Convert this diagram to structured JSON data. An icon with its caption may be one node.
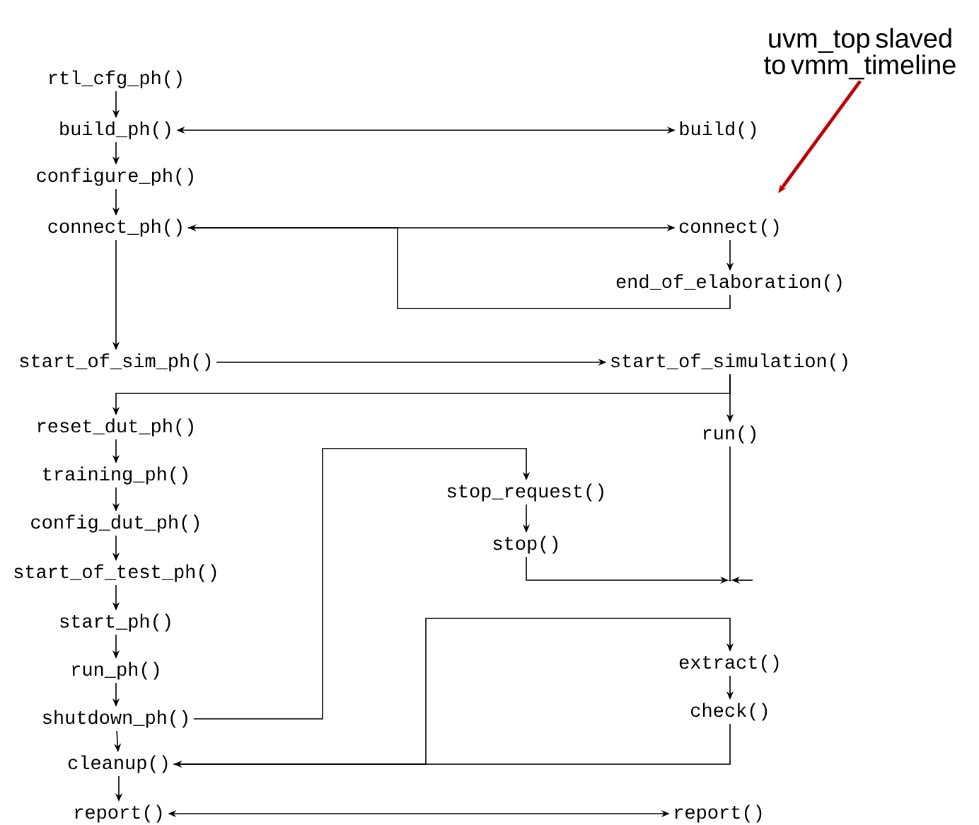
{
  "diagram": {
    "nodes": [
      {
        "text": [
          "rtl_cfg_ph()"
        ]
      },
      {
        "text": [
          "build_ph()"
        ]
      },
      {
        "text": [
          "configure_ph()"
        ]
      },
      {
        "text": [
          "connect_ph()"
        ]
      },
      {
        "text": [
          "start_of_sim_ph()"
        ]
      },
      {
        "text": [
          "reset_dut_ph()"
        ]
      },
      {
        "text": [
          "training_ph()"
        ]
      },
      {
        "text": [
          "config_dut_ph()"
        ]
      },
      {
        "text": [
          "start_of_test_ph()"
        ]
      },
      {
        "text": [
          "start_ph()"
        ]
      },
      {
        "text": [
          "run_ph()"
        ]
      },
      {
        "text": [
          "shutdown_ph()"
        ]
      },
      {
        "text": [
          "cleanup()"
        ]
      },
      {
        "text": [
          "report()"
        ]
      },
      {
        "text": [
          "build()"
        ]
      },
      {
        "text": [
          "connect()"
        ]
      },
      {
        "text": [
          "end_of_elaboration()"
        ]
      },
      {
        "text": [
          "start_of_simulation()"
        ]
      },
      {
        "text": [
          "run()"
        ]
      },
      {
        "text": [
          "stop_request()"
        ]
      },
      {
        "text": [
          "stop()"
        ]
      },
      {
        "text": [
          "extract()"
        ]
      },
      {
        "text": [
          "check()"
        ]
      },
      {
        "text": [
          "report()"
        ]
      },
      {
        "text": [],
        "shape": "junction"
      },
      {
        "text": [
          "uvm_top slaved to vmm_timeline"
        ]
      }
    ],
    "edges": [
      {
        "from": 0,
        "to": 1,
        "arrow": "to"
      },
      {
        "from": 1,
        "to": 2,
        "arrow": "to"
      },
      {
        "from": 2,
        "to": 3,
        "arrow": "to"
      },
      {
        "from": 3,
        "to": 4,
        "arrow": "to"
      },
      {
        "from": 1,
        "to": 14,
        "arrow": "both"
      },
      {
        "from": 3,
        "to": 15,
        "arrow": "to"
      },
      {
        "from": 16,
        "to": 3,
        "arrow": "to"
      },
      {
        "from": 15,
        "to": 16,
        "arrow": "to"
      },
      {
        "from": 4,
        "to": 17,
        "arrow": "to"
      },
      {
        "from": 17,
        "to": 18,
        "arrow": "to"
      },
      {
        "from": 17,
        "to": 5,
        "arrow": "to"
      },
      {
        "from": 5,
        "to": 6,
        "arrow": "to"
      },
      {
        "from": 6,
        "to": 7,
        "arrow": "to"
      },
      {
        "from": 7,
        "to": 8,
        "arrow": "to"
      },
      {
        "from": 8,
        "to": 9,
        "arrow": "to"
      },
      {
        "from": 9,
        "to": 10,
        "arrow": "to"
      },
      {
        "from": 10,
        "to": 11,
        "arrow": "to"
      },
      {
        "from": 11,
        "to": 12,
        "arrow": "to"
      },
      {
        "from": 12,
        "to": 13,
        "arrow": "to"
      },
      {
        "from": 11,
        "to": 19,
        "arrow": "to"
      },
      {
        "from": 19,
        "to": 20,
        "arrow": "to"
      },
      {
        "from": 20,
        "to": 24,
        "arrow": "to"
      },
      {
        "from": 18,
        "to": 24,
        "arrow": "none"
      },
      {
        "from": null,
        "to": 24,
        "arrow": "to"
      },
      {
        "from": 21,
        "to": 22,
        "arrow": "to"
      },
      {
        "from": 22,
        "to": 12,
        "arrow": "to"
      },
      {
        "from": 12,
        "to": 21,
        "arrow": "to"
      },
      {
        "from": 13,
        "to": 23,
        "arrow": "both"
      },
      {
        "from": 25,
        "to": 15,
        "arrow": "to",
        "style": "thick",
        "color": "#c00000"
      }
    ]
  }
}
